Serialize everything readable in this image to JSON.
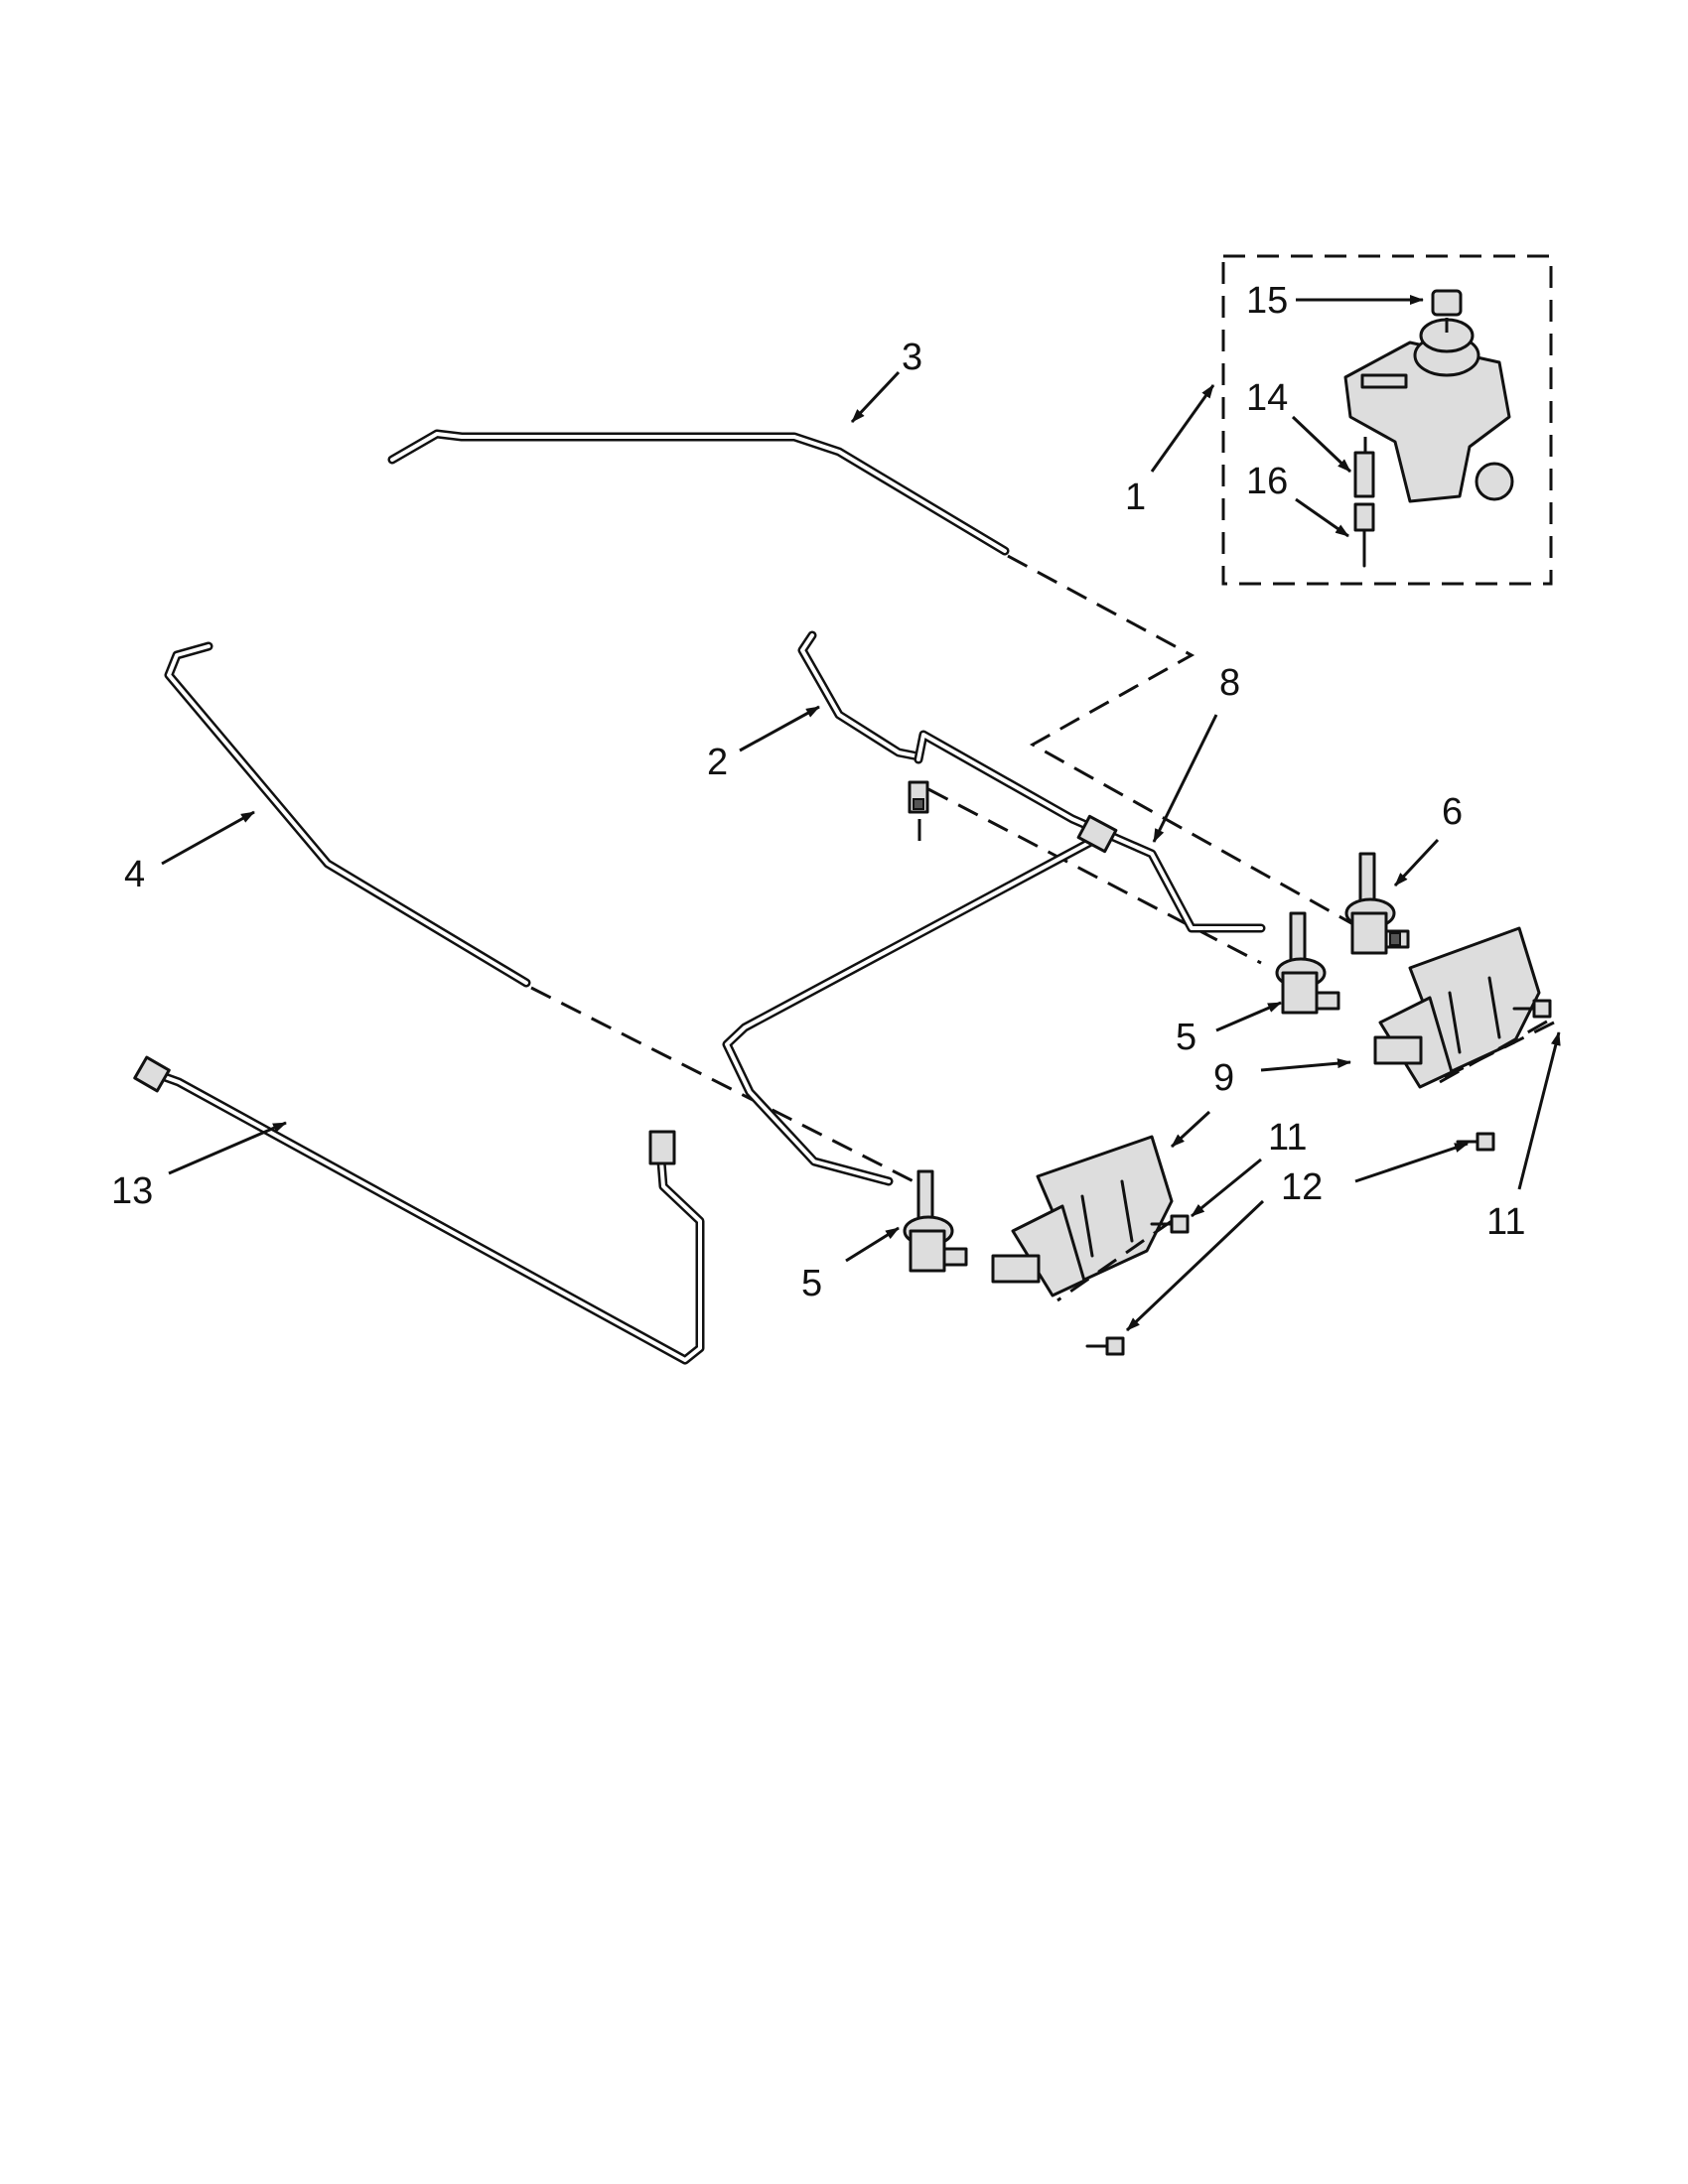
{
  "callouts": [
    {
      "id": "c1",
      "label": "1"
    },
    {
      "id": "c2",
      "label": "2"
    },
    {
      "id": "c3",
      "label": "3"
    },
    {
      "id": "c4",
      "label": "4"
    },
    {
      "id": "c5a",
      "label": "5"
    },
    {
      "id": "c5b",
      "label": "5"
    },
    {
      "id": "c6",
      "label": "6"
    },
    {
      "id": "c8",
      "label": "8"
    },
    {
      "id": "c9",
      "label": "9"
    },
    {
      "id": "c11a",
      "label": "11"
    },
    {
      "id": "c11b",
      "label": "11"
    },
    {
      "id": "c12",
      "label": "12"
    },
    {
      "id": "c13",
      "label": "13"
    },
    {
      "id": "c14",
      "label": "14"
    },
    {
      "id": "c15",
      "label": "15"
    },
    {
      "id": "c16",
      "label": "16"
    }
  ]
}
